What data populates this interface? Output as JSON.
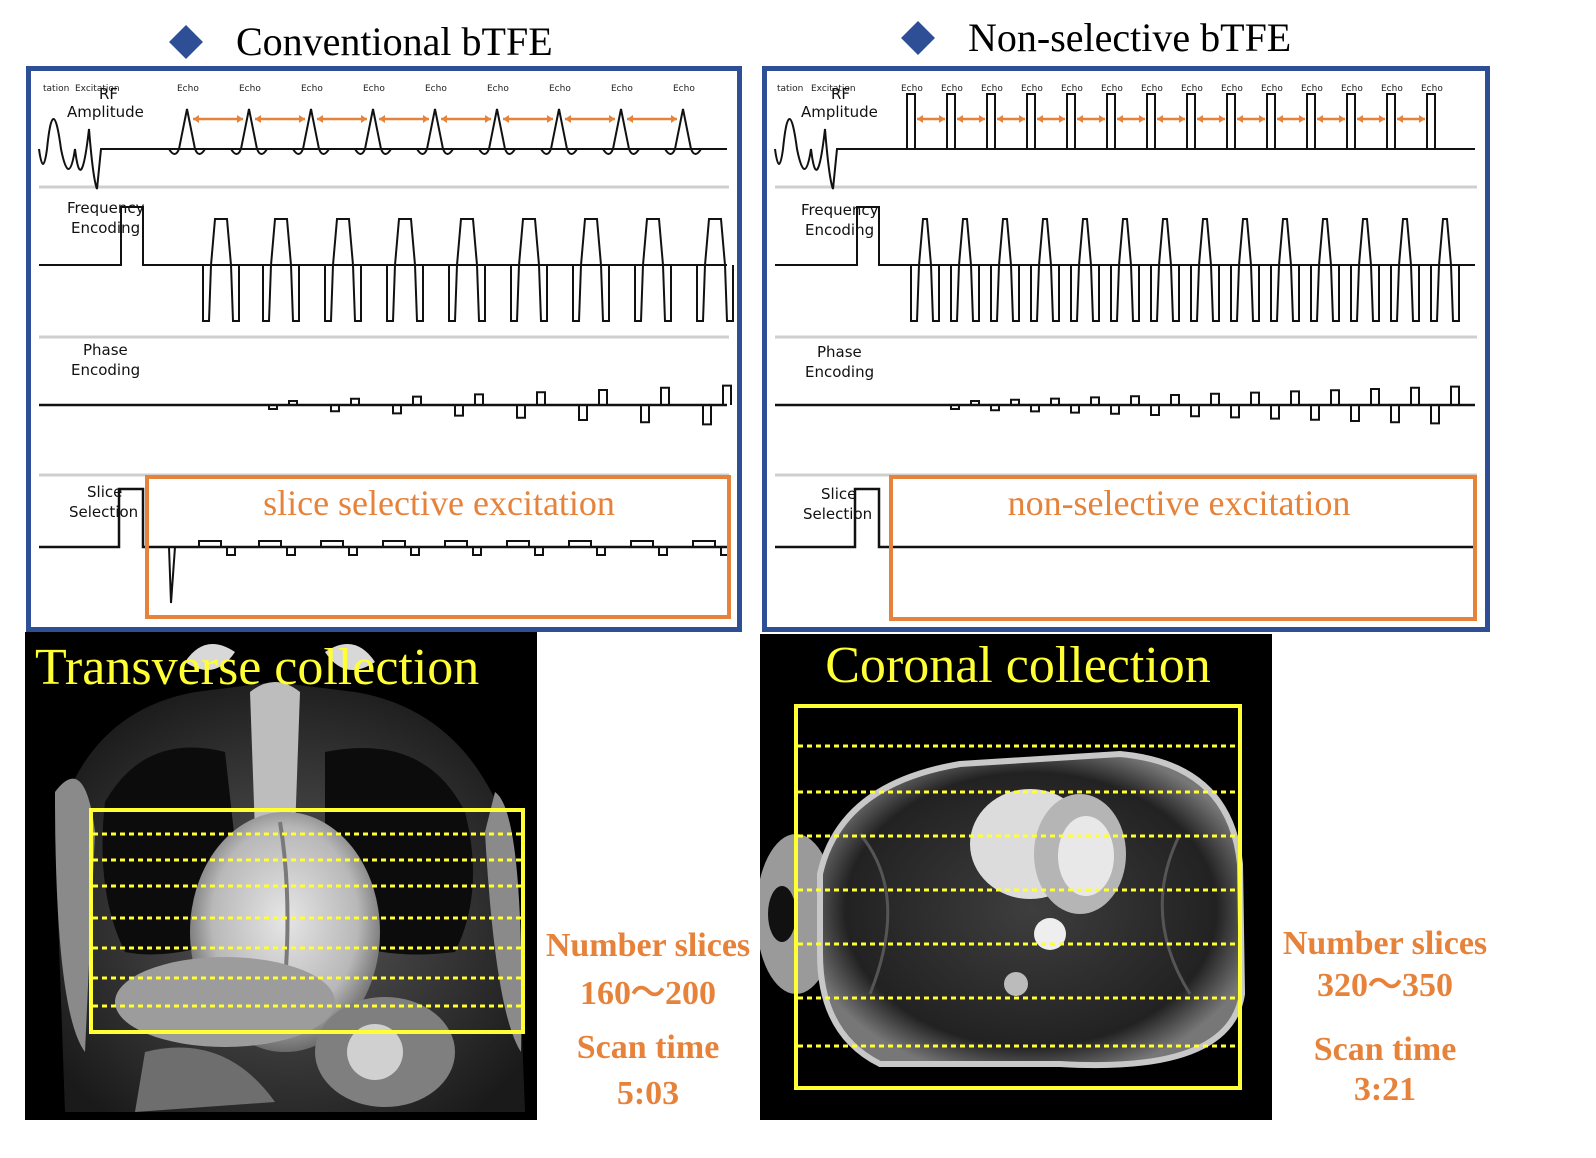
{
  "left": {
    "heading": "Conventional bTFE",
    "excitation_label": "slice selective excitation",
    "collection_title": "Transverse collection",
    "stats": {
      "slices_label": "Number slices",
      "slices_value": "160〜200",
      "time_label": "Scan time",
      "time_value": "5:03"
    }
  },
  "right": {
    "heading": "Non-selective bTFE",
    "excitation_label": "non-selective excitation",
    "collection_title": "Coronal collection",
    "stats": {
      "slices_label": "Number slices",
      "slices_value": "320〜350",
      "time_label": "Scan time",
      "time_value": "3:21"
    }
  },
  "channels": {
    "rf_top": "RF",
    "rf_bottom": "Amplitude",
    "freq_top": "Frequency",
    "freq_bottom": "Encoding",
    "phase_top": "Phase",
    "phase_bottom": "Encoding",
    "slice_top": "Slice",
    "slice_bottom": "Selection",
    "tiny_excitation": "tation",
    "tiny_excitation2": "Excitation",
    "tiny_echo": "Echo"
  },
  "colors": {
    "panel_border": "#2e4f96",
    "orange": "#e6823a",
    "yellow": "#ffff33"
  }
}
